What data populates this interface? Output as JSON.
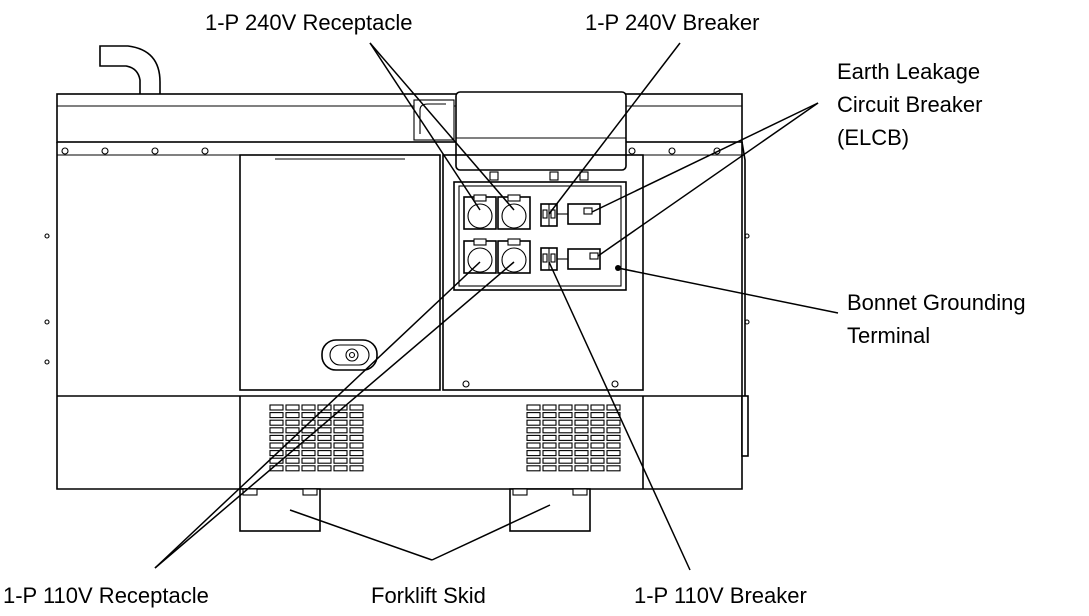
{
  "labels": {
    "receptacle_240": "1-P 240V Receptacle",
    "breaker_240": "1-P 240V Breaker",
    "elcb_line1": "Earth Leakage",
    "elcb_line2": "Circuit Breaker",
    "elcb_line3": "(ELCB)",
    "ground_line1": "Bonnet Grounding",
    "ground_line2": "Terminal",
    "receptacle_110": "1-P 110V Receptacle",
    "forklift": "Forklift Skid",
    "breaker_110": "1-P 110V Breaker"
  },
  "colors": {
    "line": "#000000",
    "background": "#ffffff"
  }
}
